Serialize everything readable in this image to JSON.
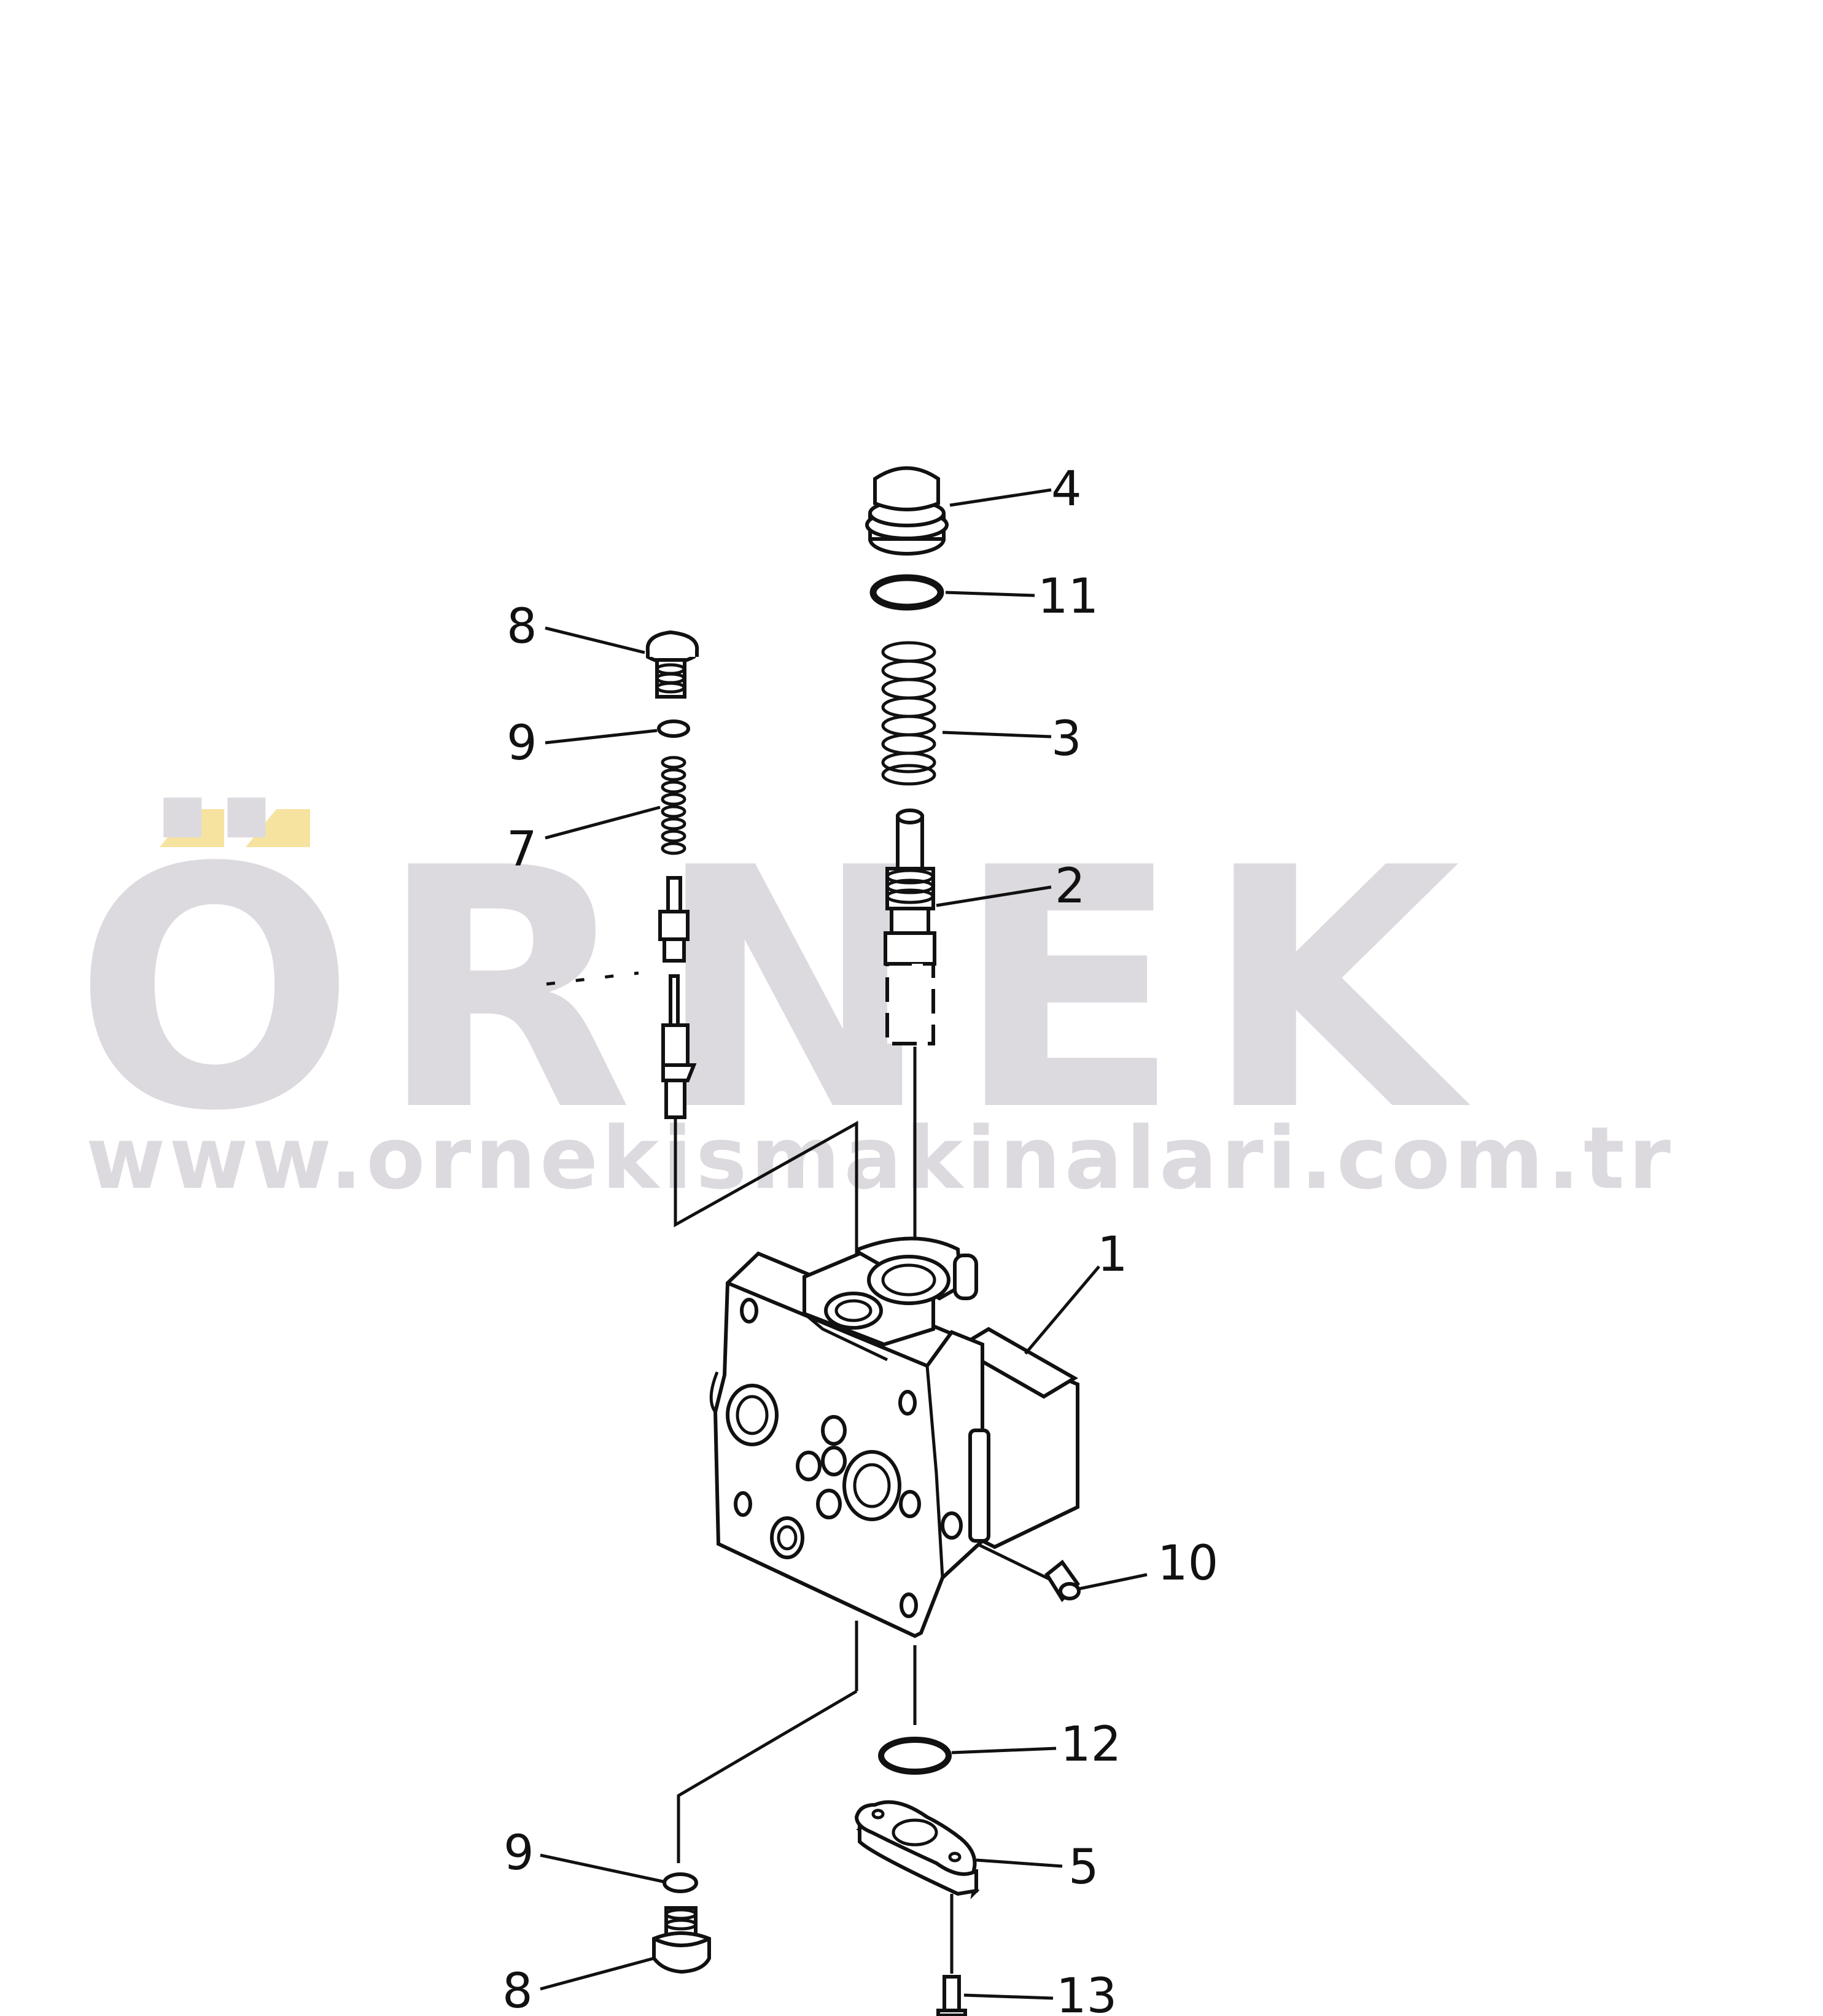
{
  "watermark": {
    "brand": "ÖRNEK",
    "url": "www.ornekismakinalari.com.tr",
    "colors": {
      "gray": "#dcdadf",
      "accent": "#f7e3a0"
    }
  },
  "callouts": [
    {
      "id": "c4",
      "label": "4"
    },
    {
      "id": "c11",
      "label": "11"
    },
    {
      "id": "c8a",
      "label": "8"
    },
    {
      "id": "c9a",
      "label": "9"
    },
    {
      "id": "c3",
      "label": "3"
    },
    {
      "id": "c7",
      "label": "7"
    },
    {
      "id": "c2",
      "label": "2"
    },
    {
      "id": "c1",
      "label": "1"
    },
    {
      "id": "c10",
      "label": "10"
    },
    {
      "id": "c12",
      "label": "12"
    },
    {
      "id": "c9b",
      "label": "9"
    },
    {
      "id": "c5",
      "label": "5"
    },
    {
      "id": "c8b",
      "label": "8"
    },
    {
      "id": "c13",
      "label": "13"
    }
  ]
}
